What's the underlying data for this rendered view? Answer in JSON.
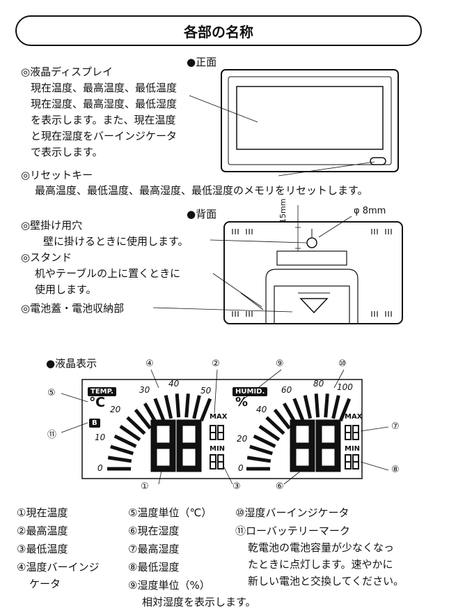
{
  "title": "各部の名称",
  "front": {
    "header": "●正面",
    "lcd_display": {
      "heading": "◎液晶ディスプレイ",
      "lines": [
        "現在温度、最高温度、最低温度",
        "現在湿度、最高湿度、最低湿度",
        "を表示します。また、現在温度",
        "と現在湿度をバーインジケータ",
        "で表示します。"
      ]
    },
    "reset_key": {
      "heading": "◎リセットキー",
      "line": "最高温度、最低温度、最高湿度、最低湿度のメモリをリセットします。"
    }
  },
  "back": {
    "header": "●背面",
    "dim_hole": "φ 8mm",
    "dim_height": "15mm",
    "wall_hole": {
      "heading": "◎壁掛け用穴",
      "line": "壁に掛けるときに使用します。"
    },
    "stand": {
      "heading": "◎スタンド",
      "lines": [
        "机やテーブルの上に置くときに",
        "使用します。"
      ]
    },
    "battery": {
      "heading": "◎電池蓋・電池収納部"
    }
  },
  "lcd": {
    "header": "●液晶表示",
    "temp_badge": "TEMP.",
    "humid_badge": "HUMID.",
    "temp_unit": "℃",
    "humid_unit": "%",
    "battery_mark": "B",
    "max_label": "MAX",
    "min_label": "MIN",
    "digits": "88",
    "temp_scale": [
      "0",
      "10",
      "20",
      "30",
      "40",
      "50"
    ],
    "humid_scale": [
      "0",
      "20",
      "40",
      "60",
      "80",
      "100"
    ],
    "callouts": [
      "①",
      "②",
      "③",
      "④",
      "⑤",
      "⑥",
      "⑦",
      "⑧",
      "⑨",
      "⑩",
      "⑪"
    ]
  },
  "legend": {
    "col1": [
      "①現在温度",
      "②最高温度",
      "③最低温度",
      "④温度バーインジ",
      "ケータ"
    ],
    "col2": [
      "⑤温度単位（℃）",
      "⑥現在湿度",
      "⑦最高湿度",
      "⑧最低湿度",
      "⑨湿度単位（%）",
      "相対湿度を表示します。"
    ],
    "col3": [
      "⑩湿度バーインジケータ",
      "⑪ローバッテリーマーク",
      "乾電池の電池容量が少なくなっ",
      "たときに点灯します。速やかに",
      "新しい電池と交換してください。"
    ]
  }
}
